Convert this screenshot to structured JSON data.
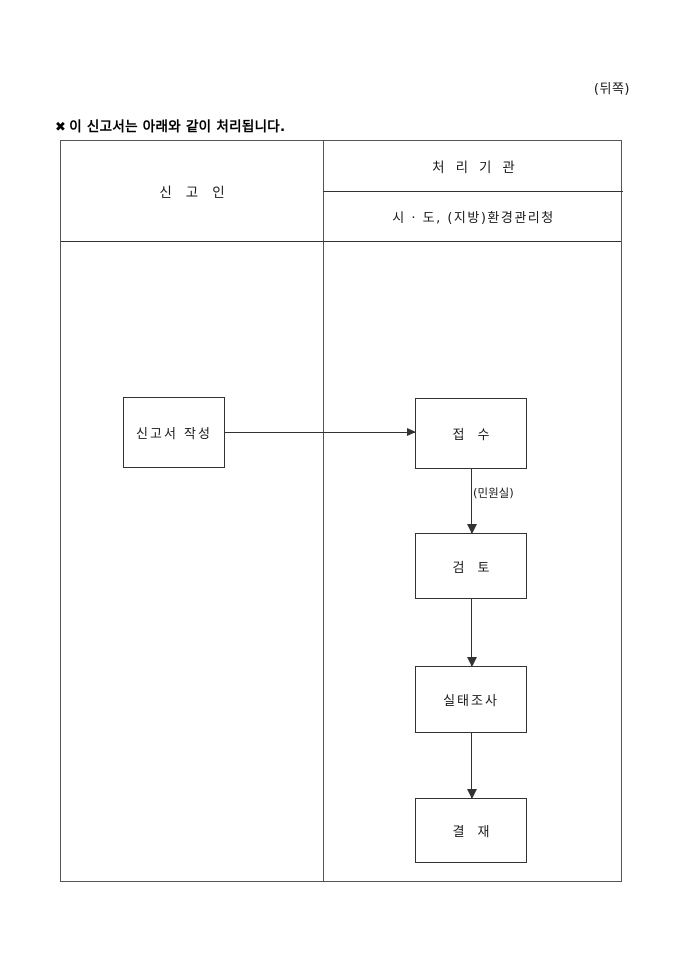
{
  "page": {
    "side_label": "(뒤쪽)",
    "notice_mark": "✖",
    "notice_text": "이 신고서는 아래와 같이 처리됩니다."
  },
  "table": {
    "headers": {
      "applicant": "신고인",
      "agency": "처리기관",
      "agency_detail": "시 · 도, (지방)환경관리청"
    }
  },
  "flow": {
    "nodes": [
      {
        "id": "write",
        "label": "신고서 작성"
      },
      {
        "id": "receipt",
        "label": "접수"
      },
      {
        "id": "review",
        "label": "검토"
      },
      {
        "id": "survey",
        "label": "실태조사"
      },
      {
        "id": "approval",
        "label": "결재"
      }
    ],
    "annotations": [
      {
        "id": "receipt-dept",
        "label": "(민원실)"
      }
    ],
    "connectors": [
      {
        "id": "write-to-receipt",
        "direction": "right"
      },
      {
        "id": "receipt-to-review",
        "direction": "down"
      },
      {
        "id": "review-to-survey",
        "direction": "down"
      },
      {
        "id": "survey-to-approval",
        "direction": "down"
      }
    ]
  },
  "colors": {
    "page_background": "#ffffff",
    "text": "#1a1a1a",
    "table_border": "#555555",
    "line": "#333333"
  }
}
